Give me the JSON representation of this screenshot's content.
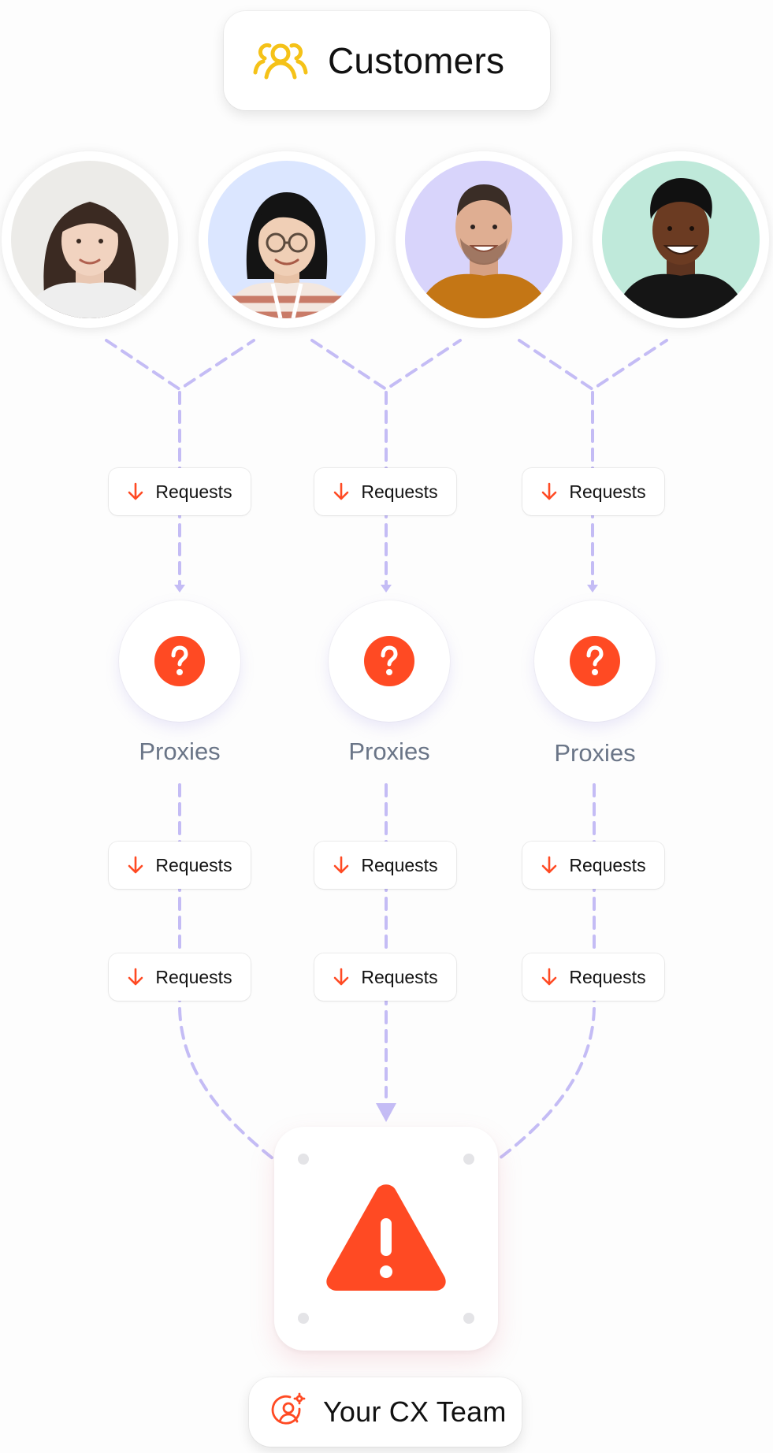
{
  "header": {
    "label": "Customers",
    "icon": "users-icon",
    "icon_color": "#f5c218"
  },
  "customers": [
    {
      "name": "customer-1",
      "bg": "#ecebe8",
      "skin": "#f1d3c0",
      "hair": "#3b2a22",
      "shirt": "#eeeeee"
    },
    {
      "name": "customer-2",
      "bg": "#dbe6ff",
      "skin": "#f0cfb6",
      "hair": "#141414",
      "shirt": "#c97b68"
    },
    {
      "name": "customer-3",
      "bg": "#d8d4fb",
      "skin": "#dfae92",
      "hair": "#3a2d26",
      "shirt": "#c47615"
    },
    {
      "name": "customer-4",
      "bg": "#bfe9da",
      "skin": "#6b3b22",
      "hair": "#111111",
      "shirt": "#151515"
    }
  ],
  "flows": [
    {
      "request_labels": [
        "Requests",
        "Requests",
        "Requests"
      ],
      "proxy_label": "Proxies"
    },
    {
      "request_labels": [
        "Requests",
        "Requests",
        "Requests"
      ],
      "proxy_label": "Proxies"
    },
    {
      "request_labels": [
        "Requests",
        "Requests",
        "Requests"
      ],
      "proxy_label": "Proxies"
    }
  ],
  "alert": {
    "icon": "warning-icon",
    "color": "#ff4a23"
  },
  "team": {
    "label": "Your CX Team",
    "icon": "support-agent-icon",
    "icon_color": "#ff4a23"
  },
  "colors": {
    "connector": "#c4bcf5",
    "request_arrow": "#ff4a23",
    "proxy_icon": "#ff4a23"
  }
}
